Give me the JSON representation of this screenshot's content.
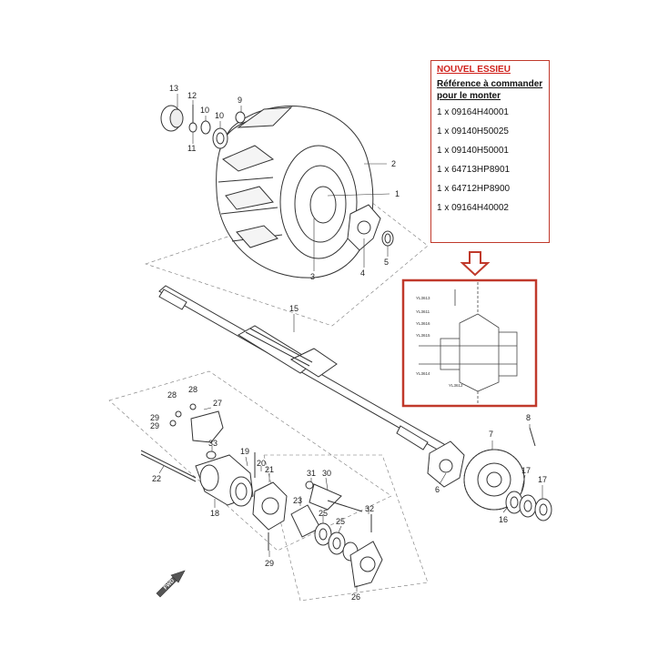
{
  "info_box": {
    "title": "NOUVEL ESSIEU",
    "subtitle": "Référence à commander pour le monter",
    "references": [
      "1 x 09164H40001",
      "1 x 09140H50025",
      "1 x 09140H50001",
      "1 x 64713HP8901",
      "1 x 64712HP8900",
      "1 x 09164H40002"
    ]
  },
  "fwd_label": "FWD",
  "callouts": [
    "1",
    "2",
    "3",
    "4",
    "5",
    "6",
    "7",
    "8",
    "9",
    "10",
    "11",
    "12",
    "13",
    "15",
    "16",
    "17",
    "18",
    "19",
    "20",
    "21",
    "22",
    "23",
    "25",
    "26",
    "27",
    "28",
    "29",
    "30",
    "31",
    "32",
    "33"
  ],
  "inset_labels": [
    "YL3613",
    "YL3611",
    "YL3616",
    "YL3615",
    "YL3614",
    "YL3612"
  ],
  "colors": {
    "accent_red": "#c0392b",
    "title_red": "#d0211c",
    "line": "#333333"
  }
}
